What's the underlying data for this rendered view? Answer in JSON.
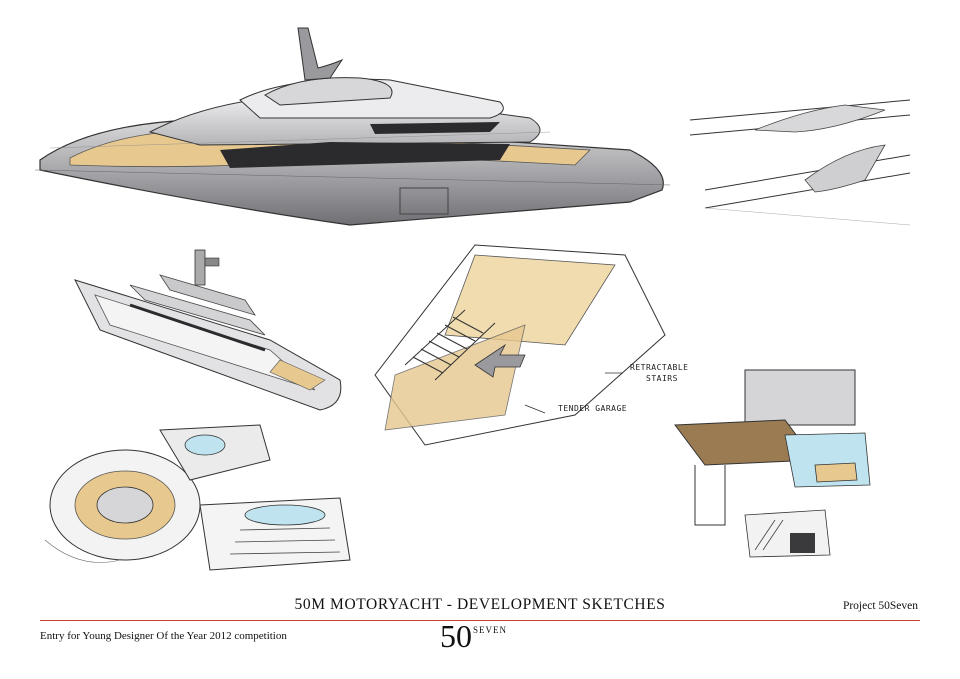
{
  "sheet": {
    "title": "50M MOTORYACHT - DEVELOPMENT SKETCHES",
    "project": "Project 50Seven",
    "entry": "Entry for Young Designer Of the Year 2012 competition"
  },
  "logo": {
    "number": "50",
    "word": "SEVEN"
  },
  "annotations": {
    "retractable_stairs_line1": "RETRACTABLE",
    "retractable_stairs_line2": "STAIRS",
    "tender_garage": "TENDER GARAGE"
  },
  "colors": {
    "hull_grey": "#8a8a8e",
    "deck_wood": "#e7c88f",
    "water_blue": "#bfe4f0",
    "accent_rule": "#c94040"
  }
}
